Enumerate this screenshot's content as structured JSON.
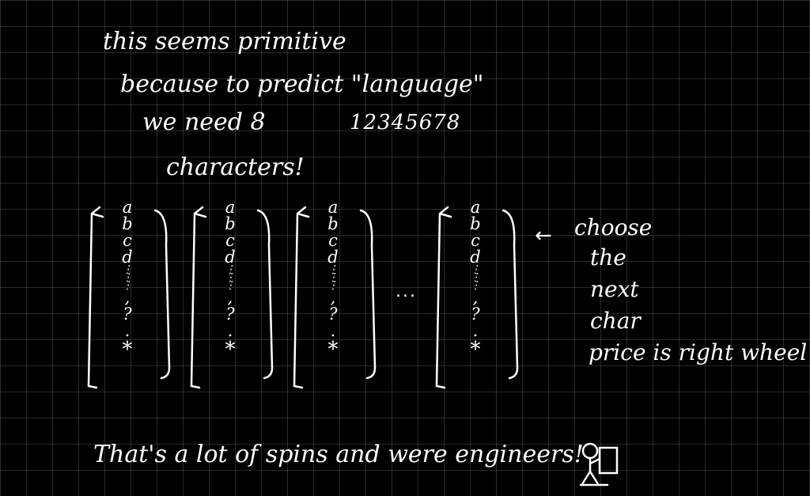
{
  "notes": {
    "line1": "this seems primitive",
    "line2": "because to predict \"language\"",
    "line3": "we need 8",
    "digits": "12345678",
    "line4": "characters!"
  },
  "wheel": {
    "chars": [
      "a",
      "b",
      "c",
      "d"
    ],
    "dots": "⋮",
    "tail": [
      ",",
      "?",
      "."
    ],
    "star": "*"
  },
  "ellipsis": "...",
  "side_note": {
    "arrow": "←",
    "lines": [
      "choose",
      "the",
      "next",
      "char",
      "price is right wheel"
    ]
  },
  "bottom": {
    "text": "That's a lot of spins and were engineers!",
    "icon": "stick-figure-icon"
  }
}
